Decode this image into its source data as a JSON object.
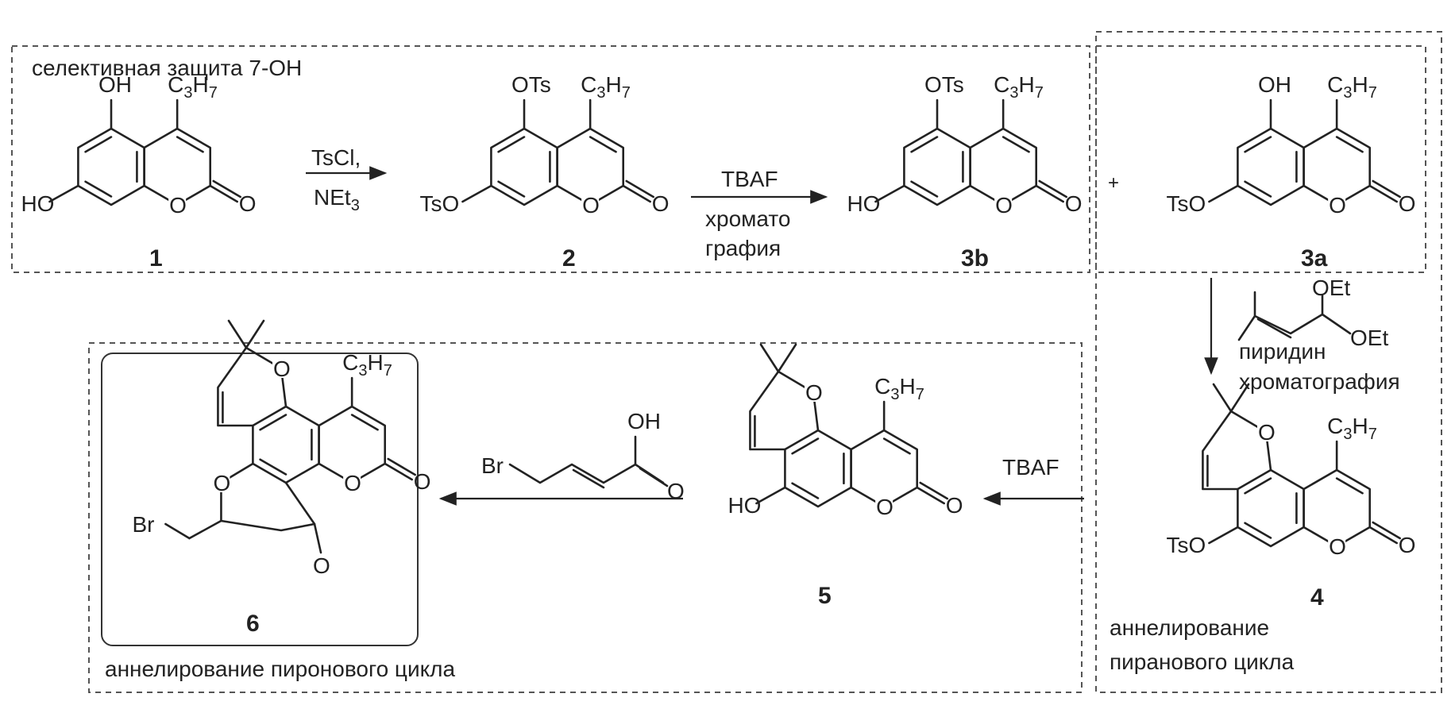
{
  "panels": {
    "protection_title": "селективная защита 7-ОН",
    "pyran_title": "аннелирование\nпиранового цикла",
    "pyrone_title": "аннелирование пиронового цикла"
  },
  "compounds": {
    "c1": {
      "number": "1",
      "subs": {
        "top": "OH",
        "left": "HO"
      }
    },
    "c2": {
      "number": "2",
      "subs": {
        "top": "OTs",
        "left": "TsO"
      }
    },
    "c3b": {
      "number": "3b",
      "subs": {
        "top": "OTs",
        "left": "HO"
      }
    },
    "c3a": {
      "number": "3a",
      "subs": {
        "top": "OH",
        "left": "TsO"
      }
    },
    "c4": {
      "number": "4",
      "subs": {
        "left": "TsO"
      }
    },
    "c5": {
      "number": "5",
      "subs": {
        "left": "HO"
      }
    },
    "c6": {
      "number": "6",
      "subs": {
        "br": "Br"
      }
    }
  },
  "common": {
    "propyl_main": "C",
    "propyl_sub1": "3",
    "propyl_mid": "H",
    "propyl_sub2": "7",
    "ring_o": "O",
    "carbonyl_o": "O"
  },
  "reagents": {
    "step1_line1": "TsCl,",
    "step1_line2_main": "NEt",
    "step1_line2_sub": "3",
    "step2_line1": "TBAF",
    "step2_line2": "хромато",
    "step2_line3": "графия",
    "plus": "+",
    "step3_oet1": "OEt",
    "step3_oet2": "OEt",
    "step3_line1": "пиридин",
    "step3_line2": "хроматография",
    "step4": "TBAF",
    "step5_br": "Br",
    "step5_oh": "OH",
    "step5_o": "O"
  }
}
